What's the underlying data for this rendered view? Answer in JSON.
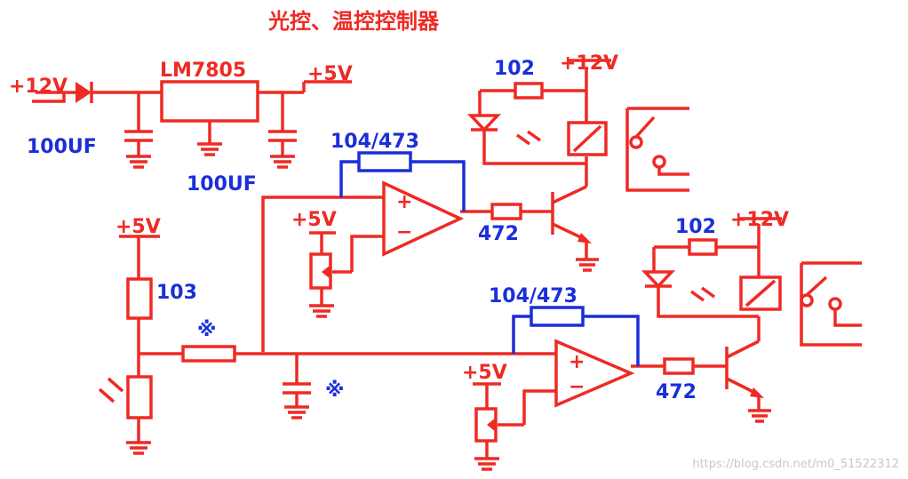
{
  "title": "光控、温控控制器",
  "colors": {
    "wire": "#ee2a24",
    "feedback": "#1a2fd8",
    "labels_red": "#ee2a24",
    "labels_blue": "#1a2fd8",
    "watermark": "#c8c8c8"
  },
  "labels": {
    "in12v": "+12V",
    "cap1": "100UF",
    "regulator": "LM7805",
    "out5v": "+5V",
    "cap2": "100UF",
    "relay1_v": "+12V",
    "relay1_r": "102",
    "fb1": "104/473",
    "pot1_v": "+5V",
    "r1_out": "472",
    "div_v": "+5V",
    "div_r": "103",
    "sensor_r": "※",
    "sensor_c": "※",
    "relay2_v": "+12V",
    "relay2_r": "102",
    "fb2": "104/473",
    "pot2_v": "+5V",
    "r2_out": "472",
    "opamp_plus": "+",
    "opamp_minus": "−"
  },
  "watermark": "https://blog.csdn.net/m0_51522312"
}
